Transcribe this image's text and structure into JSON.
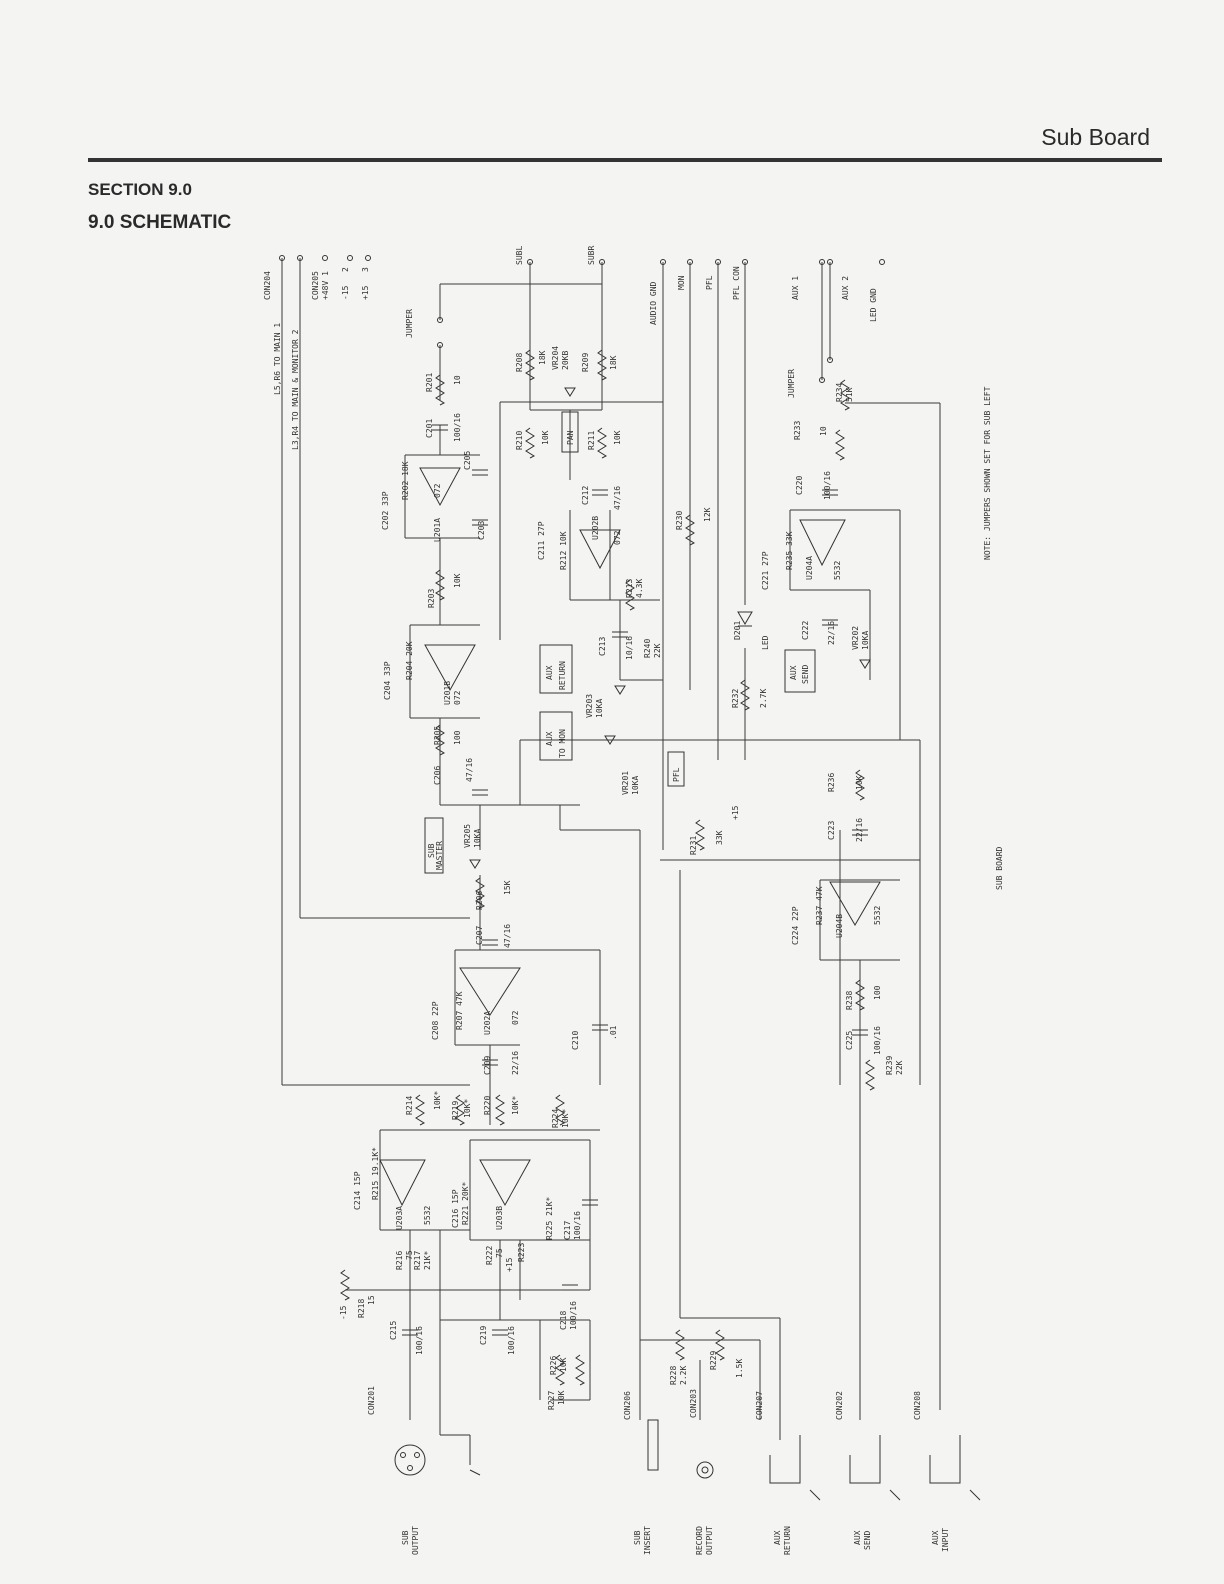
{
  "header": {
    "page_title": "Sub Board",
    "section": "SECTION 9.0",
    "schematic_title": "9.0 SCHEMATIC"
  },
  "labels": {
    "con204": "CON204",
    "l5r6": "L5,R6 TO MAIN 1",
    "l3r4": "L3,R4 TO MAIN & MONITOR 2",
    "con205": "CON205",
    "v48": "+48V 1",
    "minus15": "-15",
    "plus15": "+15",
    "pin2": "2",
    "pin3": "3",
    "jumper": "JUMPER",
    "subl": "SUBL",
    "subr": "SUBR",
    "audio_gnd": "AUDIO GND",
    "mon": "MON",
    "pfl": "PFL",
    "pfl_con": "PFL CON",
    "aux1": "AUX 1",
    "aux2": "AUX 2",
    "led_gnd": "LED GND",
    "note": "NOTE: JUMPERS SHOWN SET FOR SUB LEFT",
    "sub_board": "SUB BOARD",
    "r201": "R201",
    "r201v": "10",
    "c201": "C201",
    "c201v": "100/16",
    "c202": "C202 33P",
    "r202": "R202 18K",
    "u201a": "U201A",
    "u072": "072",
    "c205": "C205",
    "c203": "C203",
    "r203": "R203",
    "r203v": "10K",
    "c204": "C204 33P",
    "r204": "R204 20K",
    "u201b": "U201B",
    "r205": "R205",
    "r205v": "100",
    "c206": "C206",
    "c206v": "47/16",
    "sub_master_1": "SUB",
    "sub_master_2": "MASTER",
    "vr205": "VR205",
    "vr205v": "10KA",
    "r206": "R206",
    "r206v": "15K",
    "c207": "C207",
    "c207v": "47/16",
    "c208": "C208 22P",
    "r207": "R207 47K",
    "u202a": "U202A",
    "c210": "C210",
    "c210v": ".01",
    "c209": "C209",
    "c209v": "22/16",
    "r208": "R208",
    "r208v": "18K",
    "vr204": "VR204",
    "vr204v": "20KB",
    "r209": "R209",
    "r209v": "18K",
    "r210": "R210",
    "r210v": "10K",
    "pan": "PAN",
    "r211": "R211",
    "r211v": "10K",
    "c212": "C212",
    "c212v": "47/16",
    "c211": "C211 27P",
    "r212": "R212 10K",
    "u202b": "U202B",
    "r213": "R213",
    "r213v": "4.3K",
    "c213": "C213",
    "c213v": "10/16",
    "r240": "R240",
    "r240v": "22K",
    "aux_return_box_1": "AUX",
    "aux_return_box_2": "RETURN",
    "aux_to_mon_1": "AUX",
    "aux_to_mon_2": "TO MON",
    "vr203": "VR203",
    "vr203v": "10KA",
    "vr201": "VR201",
    "vr201v": "10KA",
    "pfl_box": "PFL",
    "r230": "R230",
    "r230v": "12K",
    "d201": "D201",
    "led": "LED",
    "r232": "R232",
    "r232v": "2.7K",
    "r231": "R231",
    "r231v": "33K",
    "r233": "R233",
    "r233v": "10",
    "r234": "R234",
    "r234v": "51K",
    "c220": "C220",
    "c220v": "100/16",
    "c221": "C221 27P",
    "r235": "R235 33K",
    "u204a": "U204A",
    "u5532": "5532",
    "c222": "C222",
    "c222v": "22/16",
    "vr202": "VR202",
    "vr202v": "10KA",
    "aux_send_box_1": "AUX",
    "aux_send_box_2": "SEND",
    "r236": "R236",
    "r236v": "10K",
    "c223": "C223",
    "c223v": "22/16",
    "c224": "C224 22P",
    "r237": "R237 47K",
    "u204b": "U204B",
    "r238": "R238",
    "r238v": "100",
    "c225": "C225",
    "c225v": "100/16",
    "r239": "R239",
    "r239v": "22K",
    "r214": "R214",
    "r214v": "10K*",
    "r219": "R219",
    "r219v": "10K*",
    "r220": "R220",
    "r220v": "10K*",
    "r224": "R224",
    "r224v": "10K*",
    "c214": "C214 15P",
    "r215": "R215 19.1K*",
    "u203a": "U203A",
    "c216": "C216 15P",
    "r221": "R221 20K*",
    "u203b": "U203B",
    "r225": "R225 21K*",
    "c217": "C217",
    "c217v": "100/16",
    "r216": "R216",
    "r216v": "75",
    "r217": "R217",
    "r217v": "21K*",
    "r222": "R222",
    "r222v": "75",
    "r223": "R223",
    "r218": "R218",
    "r218v": "15",
    "c215": "C215",
    "c215v": "100/16",
    "c219": "C219",
    "c219v": "100/16",
    "c218": "C218",
    "c218v": "100/16",
    "r226": "R226",
    "r226v": "10K",
    "r227": "R227",
    "r227v": "10K",
    "con201": "CON201",
    "con206": "CON206",
    "con203": "CON203",
    "con207": "CON207",
    "con202": "CON202",
    "con208": "CON208",
    "r228": "R228",
    "r228v": "2.2K",
    "r229": "R229",
    "r229v": "1.5K",
    "sub_output_1": "SUB",
    "sub_output_2": "OUTPUT",
    "sub_insert_1": "SUB",
    "sub_insert_2": "INSERT",
    "record_output_1": "RECORD",
    "record_output_2": "OUTPUT",
    "aux_return_1": "AUX",
    "aux_return_2": "RETURN",
    "aux_send_1": "AUX",
    "aux_send_2": "SEND",
    "aux_input_1": "AUX",
    "aux_input_2": "INPUT"
  }
}
